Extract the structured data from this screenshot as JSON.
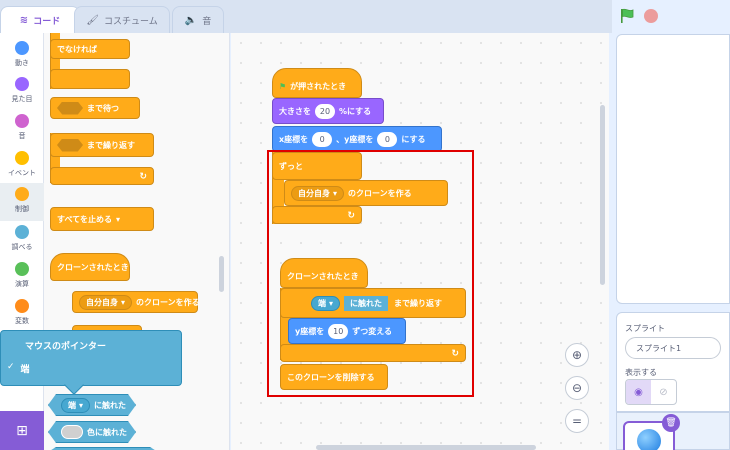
{
  "tabs": [
    {
      "label": "コード",
      "icon": "code-icon",
      "active": true
    },
    {
      "label": "コスチューム",
      "icon": "brush-icon",
      "active": false
    },
    {
      "label": "音",
      "icon": "speaker-icon",
      "active": false
    }
  ],
  "categories": [
    {
      "label": "動き",
      "color": "#4c97ff"
    },
    {
      "label": "見た目",
      "color": "#9966ff"
    },
    {
      "label": "音",
      "color": "#cf63cf"
    },
    {
      "label": "イベント",
      "color": "#ffbf00"
    },
    {
      "label": "制御",
      "color": "#ffab19"
    },
    {
      "label": "調べる",
      "color": "#5cb1d6"
    },
    {
      "label": "演算",
      "color": "#59c059"
    },
    {
      "label": "変数",
      "color": "#ff8c1a"
    }
  ],
  "palette": {
    "if_else_label": "でなければ",
    "wait_until_label": "まで待つ",
    "repeat_until_label": "まで繰り返す",
    "stop_label": "すべてを止める",
    "clone_start_label": "クローンされたとき",
    "create_clone_menu": "自分自身",
    "create_clone_label": "のクローンを作る",
    "touching_menu": "端",
    "touching_label": "に触れた",
    "color_touching_label": "色に触れた"
  },
  "dropdown": {
    "title": "マウスのポインター",
    "option": "端",
    "checkmark": "✓"
  },
  "script1": {
    "hat_label": "が押されたとき",
    "size_label": "大きさを",
    "size_value": "20",
    "size_suffix": "%にする",
    "x_label": "x座標を",
    "x_value": "0",
    "y_label": "、y座標を",
    "y_value": "0",
    "goto_suffix": "にする",
    "forever_label": "ずっと",
    "clone_menu": "自分自身",
    "clone_label": "のクローンを作る"
  },
  "script2": {
    "hat_label": "クローンされたとき",
    "touch_menu": "端",
    "touch_label": "に触れた",
    "repeat_label": "まで繰り返す",
    "change_y_label": "y座標を",
    "change_y_value": "10",
    "change_y_suffix": "ずつ変える",
    "delete_label": "このクローンを削除する"
  },
  "sprite": {
    "label": "スプライト",
    "name": "スプライト1",
    "show_label": "表示する"
  }
}
